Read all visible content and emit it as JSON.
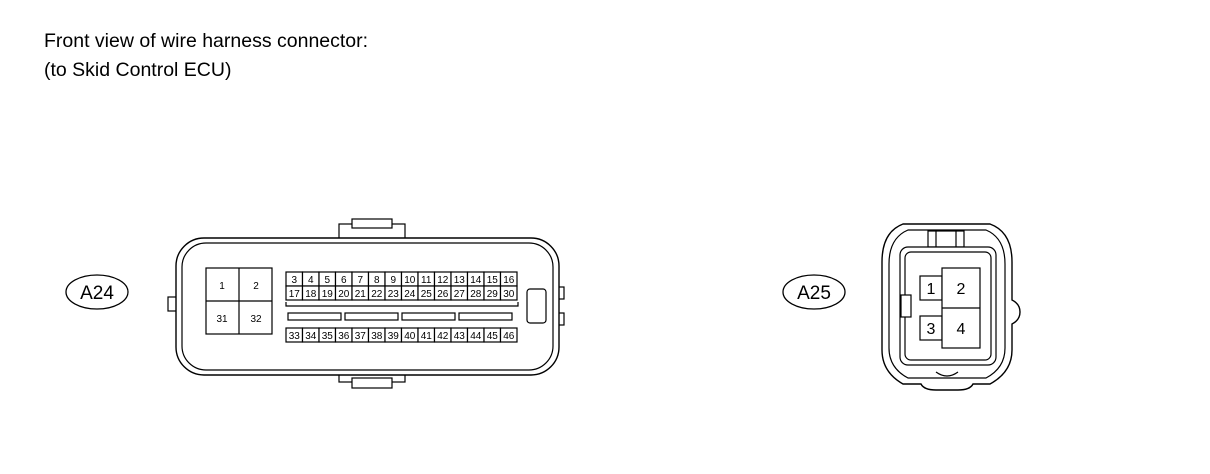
{
  "title_line1": "Front view of wire harness connector:",
  "title_line2": "(to Skid Control ECU)",
  "a24": {
    "label": "A24",
    "block_pins": [
      "1",
      "2",
      "31",
      "32"
    ],
    "row1": [
      "3",
      "4",
      "5",
      "6",
      "7",
      "8",
      "9",
      "10",
      "11",
      "12",
      "13",
      "14",
      "15",
      "16"
    ],
    "row2": [
      "17",
      "18",
      "19",
      "20",
      "21",
      "22",
      "23",
      "24",
      "25",
      "26",
      "27",
      "28",
      "29",
      "30"
    ],
    "row3": [
      "33",
      "34",
      "35",
      "36",
      "37",
      "38",
      "39",
      "40",
      "41",
      "42",
      "43",
      "44",
      "45",
      "46"
    ]
  },
  "a25": {
    "label": "A25",
    "pins": [
      "1",
      "2",
      "3",
      "4"
    ]
  }
}
